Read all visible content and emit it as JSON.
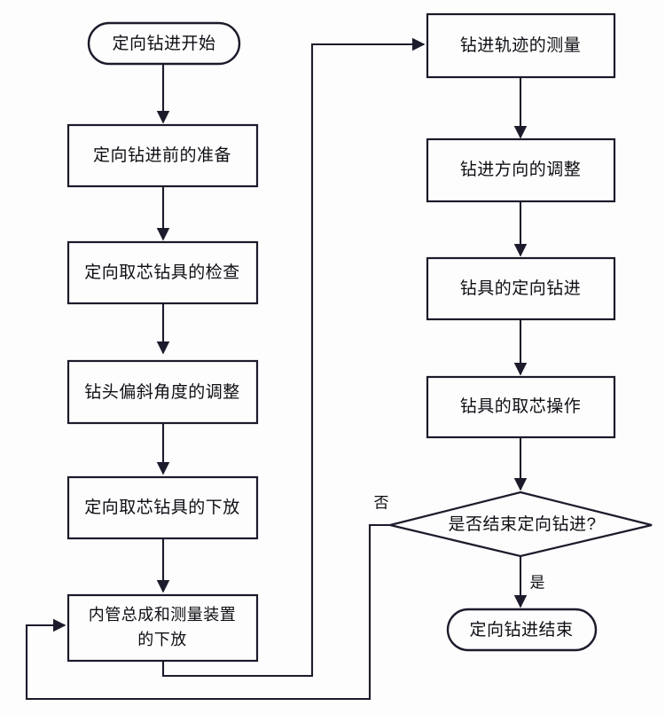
{
  "diagram": {
    "type": "flowchart",
    "orientation": "two-column-vertical",
    "background_color": "#fdfdfd",
    "line_color": "#1b1b2b",
    "text_color": "#0d0d14",
    "nodes": [
      {
        "id": "start",
        "shape": "terminator",
        "label": "定向钻进开始",
        "line1": "定向钻进开始",
        "line2": ""
      },
      {
        "id": "prep",
        "shape": "process",
        "label": "定向钻进前的准备",
        "line1": "定向钻进前的准备",
        "line2": ""
      },
      {
        "id": "inspect",
        "shape": "process",
        "label": "定向取芯钻具的检查",
        "line1": "定向取芯钻具的检查",
        "line2": ""
      },
      {
        "id": "bitangle",
        "shape": "process",
        "label": "钻头偏斜角度的调整",
        "line1": "钻头偏斜角度的调整",
        "line2": ""
      },
      {
        "id": "lowertool",
        "shape": "process",
        "label": "定向取芯钻具的下放",
        "line1": "定向取芯钻具的下放",
        "line2": ""
      },
      {
        "id": "innertube",
        "shape": "process",
        "label": "内管总成和测量装置的下放",
        "line1": "内管总成和测量装置",
        "line2": "的下放"
      },
      {
        "id": "measure",
        "shape": "process",
        "label": "钻进轨迹的测量",
        "line1": "钻进轨迹的测量",
        "line2": ""
      },
      {
        "id": "adjustdir",
        "shape": "process",
        "label": "钻进方向的调整",
        "line1": "钻进方向的调整",
        "line2": ""
      },
      {
        "id": "drilling",
        "shape": "process",
        "label": "钻具的定向钻进",
        "line1": "钻具的定向钻进",
        "line2": ""
      },
      {
        "id": "coring",
        "shape": "process",
        "label": "钻具的取芯操作",
        "line1": "钻具的取芯操作",
        "line2": ""
      },
      {
        "id": "decision",
        "shape": "decision",
        "label": "是否结束定向钻进?",
        "line1": "是否结束定向钻进?",
        "line2": ""
      },
      {
        "id": "end",
        "shape": "terminator",
        "label": "定向钻进结束",
        "line1": "定向钻进结束",
        "line2": ""
      }
    ],
    "edges": [
      {
        "from": "start",
        "to": "prep",
        "label": ""
      },
      {
        "from": "prep",
        "to": "inspect",
        "label": ""
      },
      {
        "from": "inspect",
        "to": "bitangle",
        "label": ""
      },
      {
        "from": "bitangle",
        "to": "lowertool",
        "label": ""
      },
      {
        "from": "lowertool",
        "to": "innertube",
        "label": ""
      },
      {
        "from": "innertube",
        "to": "measure",
        "label": ""
      },
      {
        "from": "measure",
        "to": "adjustdir",
        "label": ""
      },
      {
        "from": "adjustdir",
        "to": "drilling",
        "label": ""
      },
      {
        "from": "drilling",
        "to": "coring",
        "label": ""
      },
      {
        "from": "coring",
        "to": "decision",
        "label": ""
      },
      {
        "from": "decision",
        "to": "end",
        "label": "是"
      },
      {
        "from": "decision",
        "to": "innertube",
        "label": "否"
      }
    ],
    "edge_labels": {
      "no_branch": "否",
      "yes_branch": "是"
    }
  }
}
